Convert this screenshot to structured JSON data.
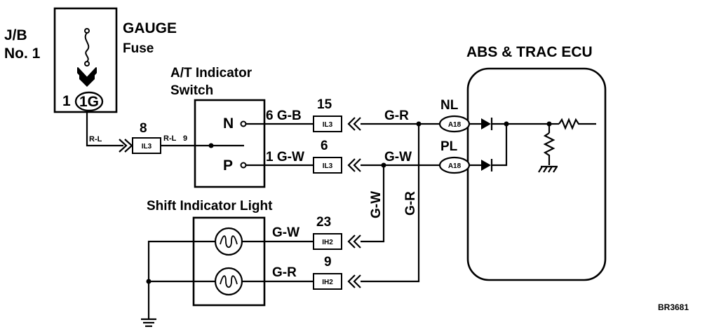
{
  "fuse_block": {
    "line1": "J/B",
    "line2": "No. 1",
    "fuse_name": "GAUGE",
    "fuse_type": "Fuse",
    "terminal_num": "1",
    "terminal_conn": "1G"
  },
  "switch": {
    "title1": "A/T Indicator",
    "title2": "Switch",
    "n": "N",
    "p": "P"
  },
  "shift_light": {
    "title": "Shift Indicator Light"
  },
  "ecu": {
    "title": "ABS & TRAC ECU"
  },
  "connectors": {
    "c8": {
      "num": "8",
      "code": "IL3"
    },
    "c15": {
      "num": "15",
      "code": "IL3"
    },
    "c6": {
      "num": "6",
      "code": "IL3"
    },
    "c23": {
      "num": "23",
      "code": "IH2"
    },
    "c9": {
      "num": "9",
      "code": "IH2"
    },
    "nl": {
      "label": "NL",
      "code": "A18"
    },
    "pl": {
      "label": "PL",
      "code": "A18"
    }
  },
  "wires": {
    "rl_left": "R-L",
    "rl_right": "R-L",
    "pin9": "9",
    "gb": "6 G-B",
    "gw_switch": "1 G-W",
    "gr_top": "G-R",
    "gw_mid": "G-W",
    "gw_vertical": "G-W",
    "gr_vertical": "G-R",
    "gw_light": "G-W",
    "gr_light": "G-R"
  },
  "ref_code": "BR3681"
}
